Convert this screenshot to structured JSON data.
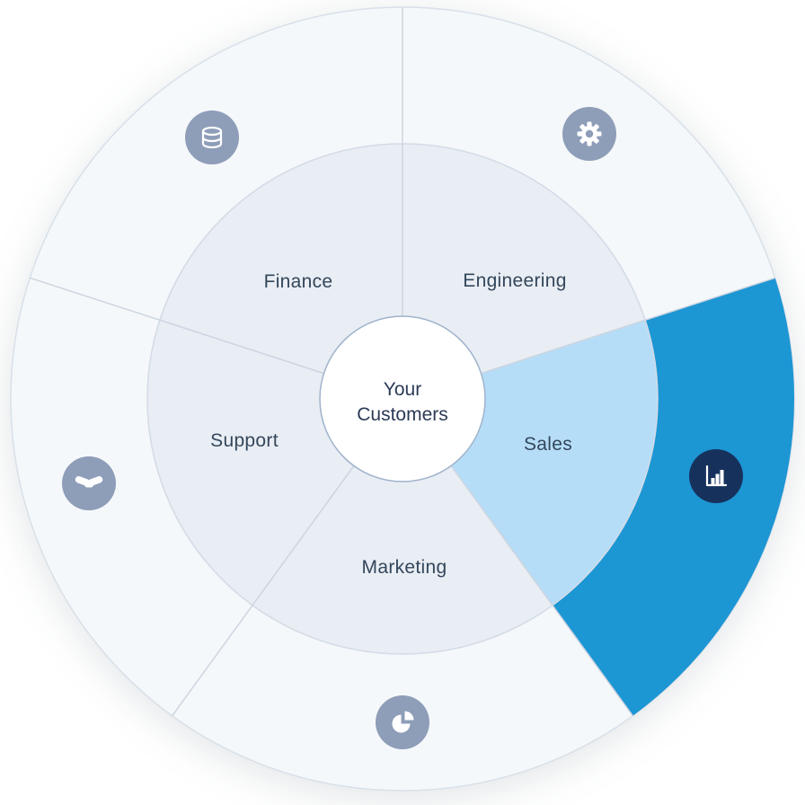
{
  "diagram": {
    "center": {
      "line1": "Your",
      "line2": "Customers"
    },
    "segments": [
      {
        "label": "Finance",
        "icon": "coins-icon",
        "highlighted": false
      },
      {
        "label": "Engineering",
        "icon": "gear-icon",
        "highlighted": false
      },
      {
        "label": "Sales",
        "icon": "bar-chart-icon",
        "highlighted": true
      },
      {
        "label": "Marketing",
        "icon": "pie-chart-icon",
        "highlighted": false
      },
      {
        "label": "Support",
        "icon": "handshake-icon",
        "highlighted": false
      }
    ],
    "colors": {
      "outer_ring": "#f5f8fa",
      "inner_ring": "#e9edf4",
      "highlight_inner": "#b6ddf8",
      "highlight_outer": "#1d96d4",
      "icon_circle": "#8e9db8",
      "highlight_icon_circle": "#16325c",
      "label_text": "#33475b",
      "center_text": "#2b3a55",
      "divider": "#ccd5e0",
      "outer_border": "#d8e0e9",
      "inner_border": "#d3dbe6",
      "center_border": "#9fb3cb"
    }
  }
}
